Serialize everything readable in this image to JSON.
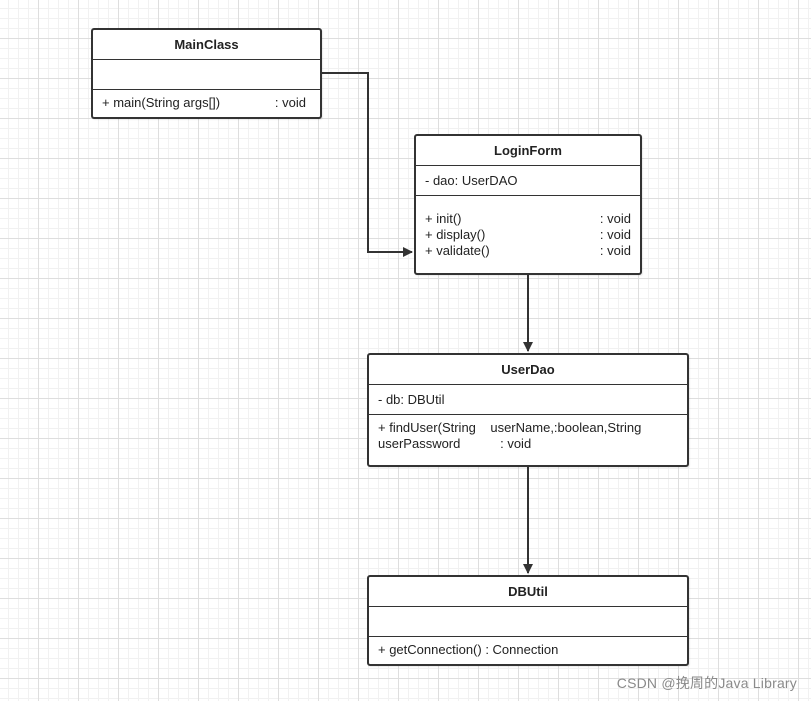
{
  "diagram": {
    "classes": {
      "main": {
        "name": "MainClass",
        "attributes": [],
        "operations": [
          {
            "signature": "+ main(String args[])",
            "returns": ": void"
          }
        ]
      },
      "login": {
        "name": "LoginForm",
        "attributes": [
          "- dao: UserDAO"
        ],
        "operations": [
          {
            "signature": "+ init()",
            "returns": ": void"
          },
          {
            "signature": "+ display()",
            "returns": ": void"
          },
          {
            "signature": "+ validate()",
            "returns": ": void"
          }
        ]
      },
      "userdao": {
        "name": "UserDao",
        "attributes": [
          "- db: DBUtil"
        ],
        "operations_text": "+ findUser(String    userName,:boolean,String\nuserPassword           : void"
      },
      "dbutil": {
        "name": "DBUtil",
        "attributes": [],
        "operations": [
          {
            "signature": "+ getConnection() : Connection",
            "returns": ""
          }
        ]
      }
    },
    "connector_color": "#333333"
  },
  "watermark": "CSDN @挽周的Java Library"
}
